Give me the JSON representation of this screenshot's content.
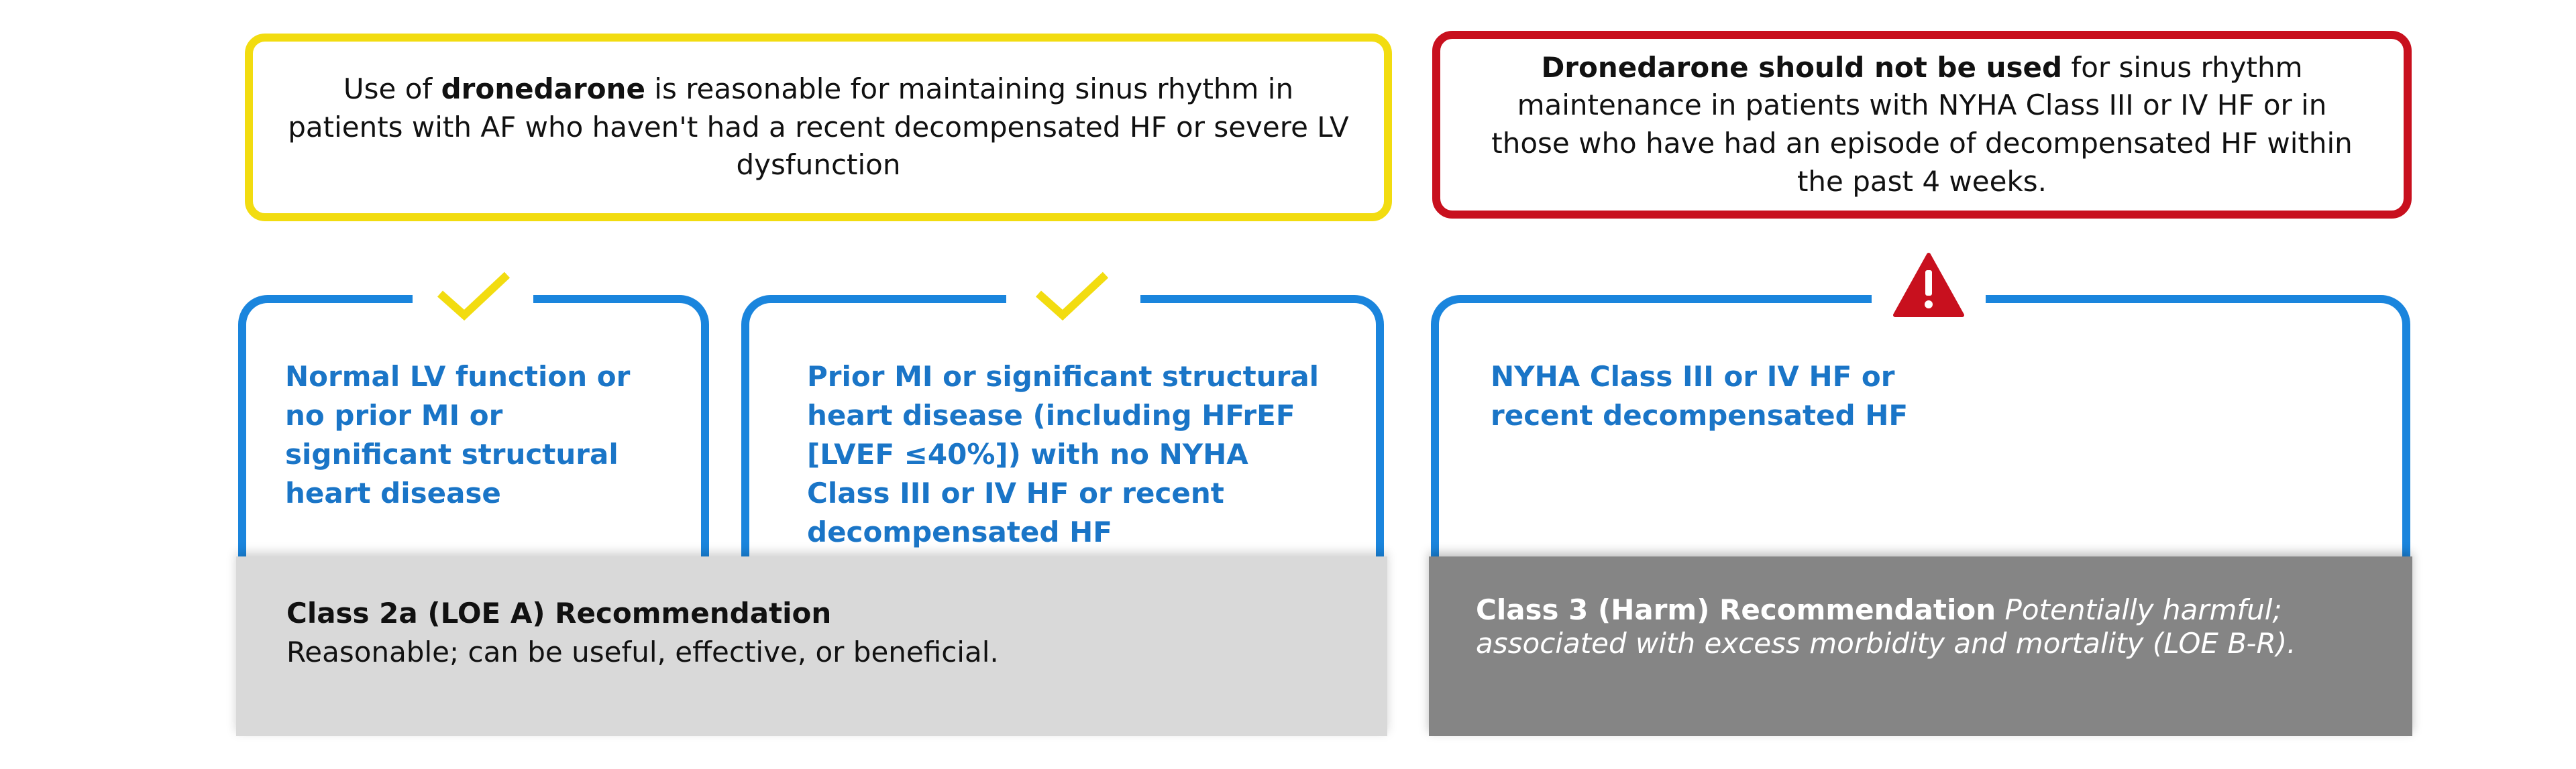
{
  "statements": {
    "reasonable": {
      "pre": "Use of ",
      "bold": "dronedarone",
      "post": " is reasonable for maintaining sinus rhythm in patients with AF who haven't had a recent decompensated HF or severe LV dysfunction"
    },
    "harmful": {
      "bold": "Dronedarone should not be used",
      "post": " for sinus rhythm maintenance in patients with NYHA Class III or IV HF or in those who have had an episode of decompensated HF within the past 4 weeks."
    }
  },
  "conditions": [
    {
      "text": "Normal LV function or no prior MI or significant structural heart disease",
      "icon": "checkmark-icon"
    },
    {
      "text": "Prior MI or significant structural heart disease (including HFrEF [LVEF ≤40%]) with no NYHA Class III or IV HF or recent decompensated HF",
      "icon": "checkmark-icon"
    },
    {
      "text": "NYHA Class III or IV HF or recent decompensated HF",
      "icon": "warning-icon"
    }
  ],
  "recommendations": {
    "class2a": {
      "title": "Class 2a (LOE A) Recommendation",
      "description": "Reasonable; can be useful, effective, or beneficial."
    },
    "class3": {
      "title": "Class 3 (Harm) Recommendation",
      "description": " Potentially harmful; associated with excess morbidity and mortality (LOE B-R)."
    }
  },
  "colors": {
    "yellow": "#f2dc10",
    "red": "#c8101e",
    "blue": "#1a85dd",
    "condition_text": "#1a75c7",
    "bar_light": "#d9d9d9",
    "bar_dark": "#858585"
  }
}
